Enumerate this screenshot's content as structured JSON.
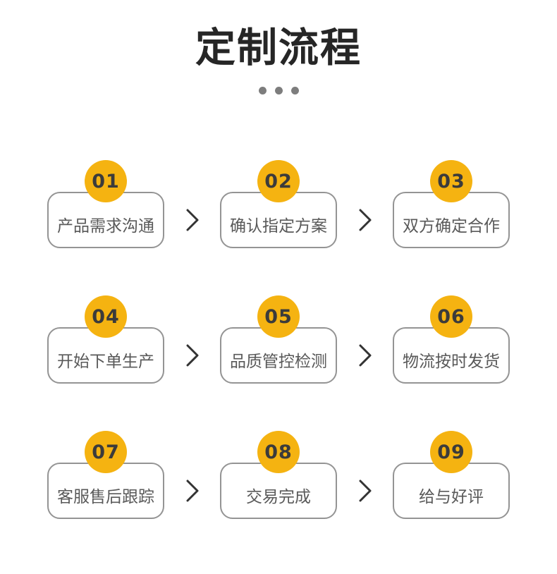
{
  "header": {
    "title": "定制流程",
    "divider_dots": 3
  },
  "colors": {
    "background": "#FFFFFF",
    "accent": "#F5B311",
    "title": "#262626",
    "badge_text": "#3B3B3B",
    "box_border": "#949494",
    "box_text": "#595959",
    "chevron": "#333333",
    "dot": "#7D7D7D"
  },
  "steps": [
    {
      "number": "01",
      "label": "产品需求沟通"
    },
    {
      "number": "02",
      "label": "确认指定方案"
    },
    {
      "number": "03",
      "label": "双方确定合作"
    },
    {
      "number": "04",
      "label": "开始下单生产"
    },
    {
      "number": "05",
      "label": "品质管控检测"
    },
    {
      "number": "06",
      "label": "物流按时发货"
    },
    {
      "number": "07",
      "label": "客服售后跟踪"
    },
    {
      "number": "08",
      "label": "交易完成"
    },
    {
      "number": "09",
      "label": "给与好评"
    }
  ]
}
